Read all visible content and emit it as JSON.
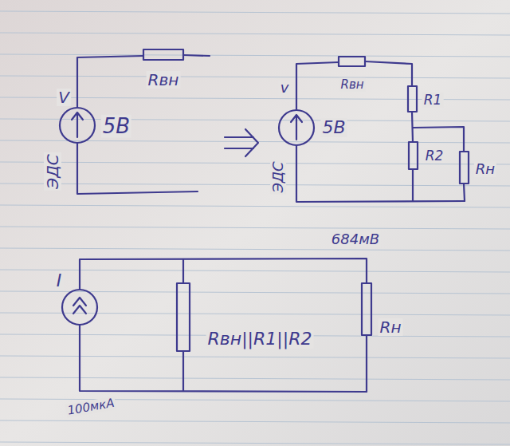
{
  "diagram": {
    "labels": [
      "Rвн",
      "V",
      "5В",
      "ЭДС",
      "v",
      "Rвн",
      "5В",
      "R1",
      "R2",
      "Rн",
      "ЭДС",
      "684мВ",
      "I",
      "Rвн||R1||R2",
      "Rн",
      "100мкА"
    ]
  }
}
